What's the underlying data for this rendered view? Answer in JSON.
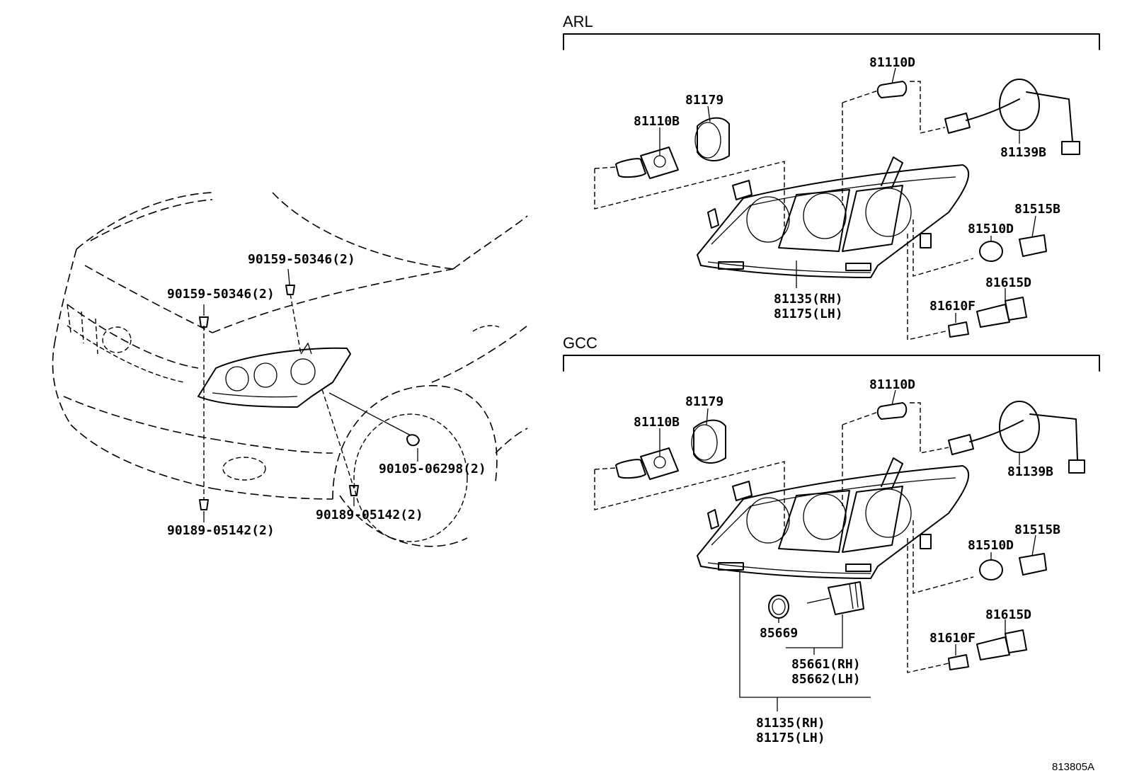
{
  "sections": {
    "arl": "ARL",
    "gcc": "GCC"
  },
  "left_labels": {
    "l1": "90159-50346(2)",
    "l2": "90159-50346(2)",
    "l3": "90105-06298(2)",
    "l4": "90189-05142(2)",
    "l5": "90189-05142(2)"
  },
  "arl": {
    "p81110d": "81110D",
    "p81179": "81179",
    "p81110b": "81110B",
    "p81139b": "81139B",
    "p81515b": "81515B",
    "p81510d": "81510D",
    "p81135": "81135(RH)",
    "p81175": "81175(LH)",
    "p81615d": "81615D",
    "p81610f": "81610F"
  },
  "gcc": {
    "p81110d": "81110D",
    "p81179": "81179",
    "p81110b": "81110B",
    "p81139b": "81139B",
    "p81515b": "81515B",
    "p81510d": "81510D",
    "p85669": "85669",
    "p85661": "85661(RH)",
    "p85662": "85662(LH)",
    "p81615d": "81615D",
    "p81610f": "81610F",
    "p81135": "81135(RH)",
    "p81175": "81175(LH)"
  },
  "figure_code": "813805A"
}
